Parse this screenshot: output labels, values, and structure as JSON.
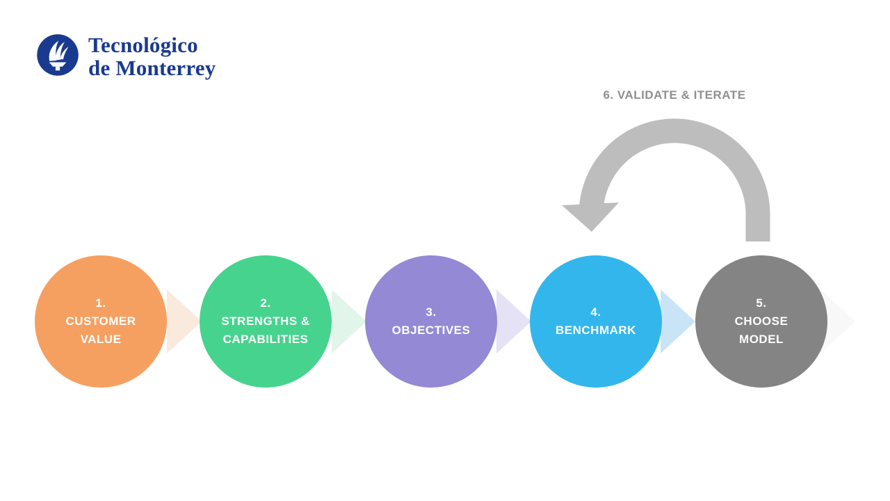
{
  "page": {
    "background": "#FFFFFF"
  },
  "logo": {
    "line1": "Tecnológico",
    "line2": "de Monterrey",
    "color": "#1A3A8F"
  },
  "diagram": {
    "loop": {
      "label": "6. VALIDATE & ITERATE",
      "arrow_color": "#BDBDBD",
      "label_color": "#8F8F8F"
    },
    "text_color": "#FFFFFF",
    "steps": [
      {
        "number": "1.",
        "line1": "CUSTOMER",
        "line2": "VALUE",
        "color": "#F5A061",
        "connector_color": "#FAE9DD"
      },
      {
        "number": "2.",
        "line1": "STRENGTHS &",
        "line2": "CAPABILITIES",
        "color": "#46D38E",
        "connector_color": "#E1F5EA"
      },
      {
        "number": "3.",
        "line1": "OBJECTIVES",
        "line2": "",
        "color": "#9489D4",
        "connector_color": "#E5E2F6"
      },
      {
        "number": "4.",
        "line1": "BENCHMARK",
        "line2": "",
        "color": "#33B6EB",
        "connector_color": "#C9E4F7"
      },
      {
        "number": "5.",
        "line1": "CHOOSE",
        "line2": "MODEL",
        "color": "#848484",
        "connector_color": "#F8F8F8"
      }
    ]
  }
}
